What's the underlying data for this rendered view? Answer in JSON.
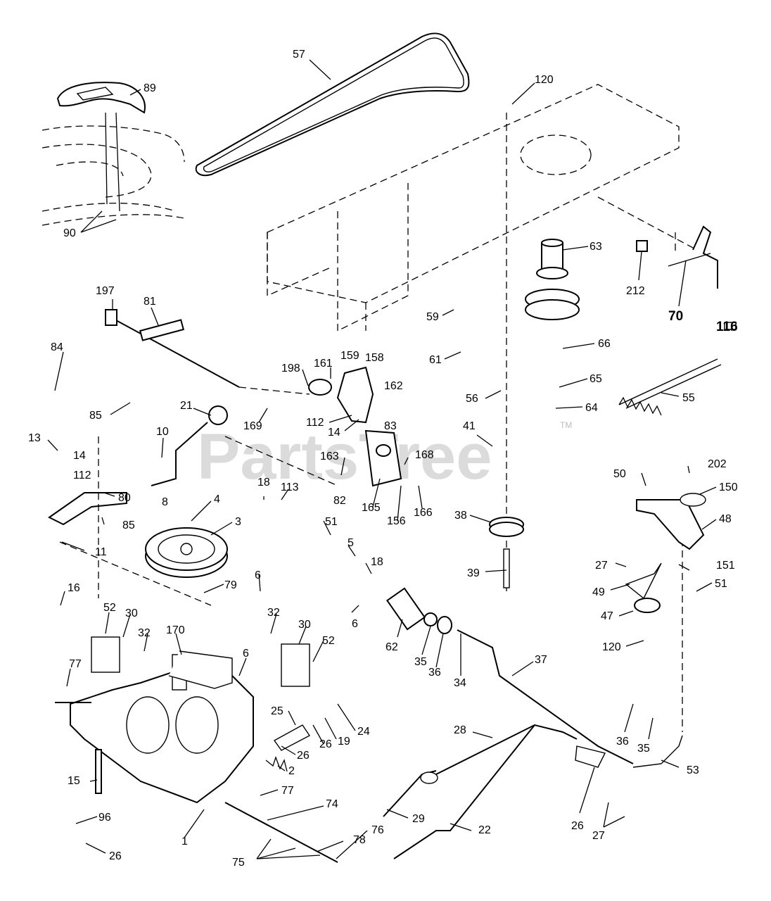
{
  "watermark": {
    "text": "PartsTree",
    "tm": "TM"
  },
  "colors": {
    "line": "#000000",
    "background": "#ffffff",
    "watermark": "#bdbdbd"
  },
  "callouts": [
    {
      "text": "57"
    },
    {
      "text": "89"
    },
    {
      "text": "120"
    },
    {
      "text": "90"
    },
    {
      "text": "63"
    },
    {
      "text": "212"
    },
    {
      "text": "70"
    },
    {
      "text": "116"
    },
    {
      "text": "197"
    },
    {
      "text": "81"
    },
    {
      "text": "59"
    },
    {
      "text": "61"
    },
    {
      "text": "66"
    },
    {
      "text": "84"
    },
    {
      "text": "198"
    },
    {
      "text": "161"
    },
    {
      "text": "159"
    },
    {
      "text": "158"
    },
    {
      "text": "162"
    },
    {
      "text": "56"
    },
    {
      "text": "65"
    },
    {
      "text": "55"
    },
    {
      "text": "64"
    },
    {
      "text": "85"
    },
    {
      "text": "21"
    },
    {
      "text": "169"
    },
    {
      "text": "112"
    },
    {
      "text": "14"
    },
    {
      "text": "83"
    },
    {
      "text": "41"
    },
    {
      "text": "10"
    },
    {
      "text": "13"
    },
    {
      "text": "14"
    },
    {
      "text": "163"
    },
    {
      "text": "168"
    },
    {
      "text": "112"
    },
    {
      "text": "8"
    },
    {
      "text": "80"
    },
    {
      "text": "18"
    },
    {
      "text": "113"
    },
    {
      "text": "82"
    },
    {
      "text": "165"
    },
    {
      "text": "156"
    },
    {
      "text": "166"
    },
    {
      "text": "50"
    },
    {
      "text": "202"
    },
    {
      "text": "150"
    },
    {
      "text": "4"
    },
    {
      "text": "51"
    },
    {
      "text": "38"
    },
    {
      "text": "48"
    },
    {
      "text": "85"
    },
    {
      "text": "3"
    },
    {
      "text": "11"
    },
    {
      "text": "5"
    },
    {
      "text": "18"
    },
    {
      "text": "6"
    },
    {
      "text": "39"
    },
    {
      "text": "27"
    },
    {
      "text": "151"
    },
    {
      "text": "51"
    },
    {
      "text": "79"
    },
    {
      "text": "49"
    },
    {
      "text": "16"
    },
    {
      "text": "52"
    },
    {
      "text": "30"
    },
    {
      "text": "32"
    },
    {
      "text": "6"
    },
    {
      "text": "62"
    },
    {
      "text": "47"
    },
    {
      "text": "32"
    },
    {
      "text": "30"
    },
    {
      "text": "35"
    },
    {
      "text": "36"
    },
    {
      "text": "52"
    },
    {
      "text": "120"
    },
    {
      "text": "170"
    },
    {
      "text": "34"
    },
    {
      "text": "37"
    },
    {
      "text": "77"
    },
    {
      "text": "6"
    },
    {
      "text": "25"
    },
    {
      "text": "24"
    },
    {
      "text": "36"
    },
    {
      "text": "35"
    },
    {
      "text": "19"
    },
    {
      "text": "26"
    },
    {
      "text": "28"
    },
    {
      "text": "26"
    },
    {
      "text": "53"
    },
    {
      "text": "2"
    },
    {
      "text": "15"
    },
    {
      "text": "77"
    },
    {
      "text": "74"
    },
    {
      "text": "29"
    },
    {
      "text": "26"
    },
    {
      "text": "27"
    },
    {
      "text": "96"
    },
    {
      "text": "78"
    },
    {
      "text": "22"
    },
    {
      "text": "76"
    },
    {
      "text": "1"
    },
    {
      "text": "26"
    },
    {
      "text": "75"
    }
  ]
}
